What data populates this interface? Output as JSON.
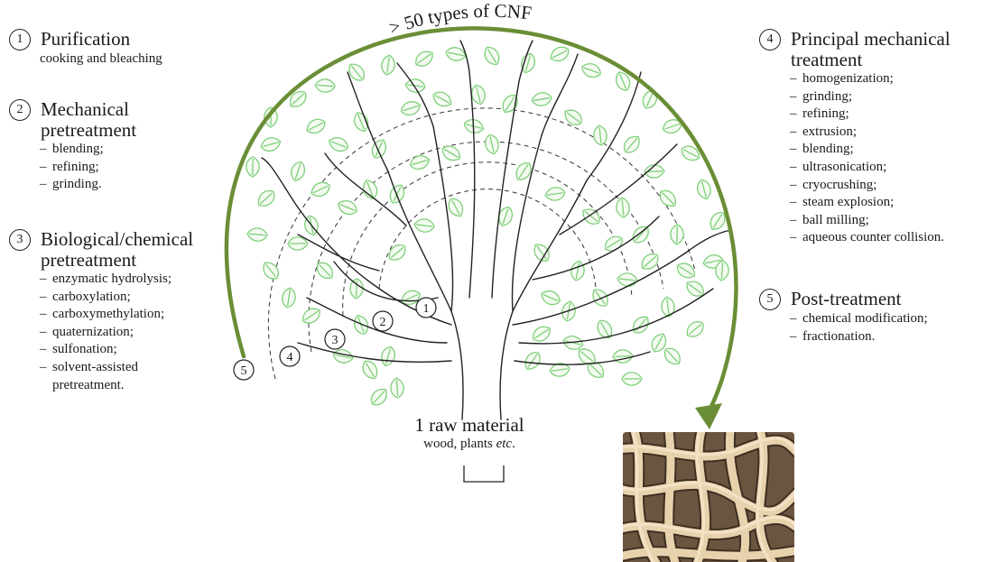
{
  "top_label": "> 50 types of CNF",
  "steps": [
    {
      "num": "1",
      "title": "Purification",
      "subtitle": "cooking and bleaching",
      "items": []
    },
    {
      "num": "2",
      "title": "Mechanical\npretreatment",
      "items": [
        "blending;",
        "refining;",
        "grinding."
      ]
    },
    {
      "num": "3",
      "title": "Biological/chemical\npretreatment",
      "items": [
        "enzymatic hydrolysis;",
        "carboxylation;",
        "carboxymethylation;",
        "quaternization;",
        "sulfonation;",
        "solvent-assisted pretreatment."
      ]
    },
    {
      "num": "4",
      "title": "Principal mechanical\ntreatment",
      "items": [
        "homogenization;",
        "grinding;",
        "refining;",
        "extrusion;",
        "blending;",
        "ultrasonication;",
        "cryocrushing;",
        "steam explosion;",
        "ball milling;",
        "aqueous counter collision."
      ]
    },
    {
      "num": "5",
      "title": "Post-treatment",
      "items": [
        "chemical modification;",
        "fractionation."
      ]
    }
  ],
  "tree_markers": [
    "1",
    "2",
    "3",
    "4",
    "5"
  ],
  "raw_material": {
    "title": "1 raw material",
    "subtitle_plain": "wood, plants ",
    "subtitle_italic": "etc",
    "subtitle_end": "."
  },
  "colors": {
    "arrow": "#6a8e35",
    "leaf": "#7fcf7a",
    "trunk": "#222222",
    "dashed": "#333333"
  }
}
